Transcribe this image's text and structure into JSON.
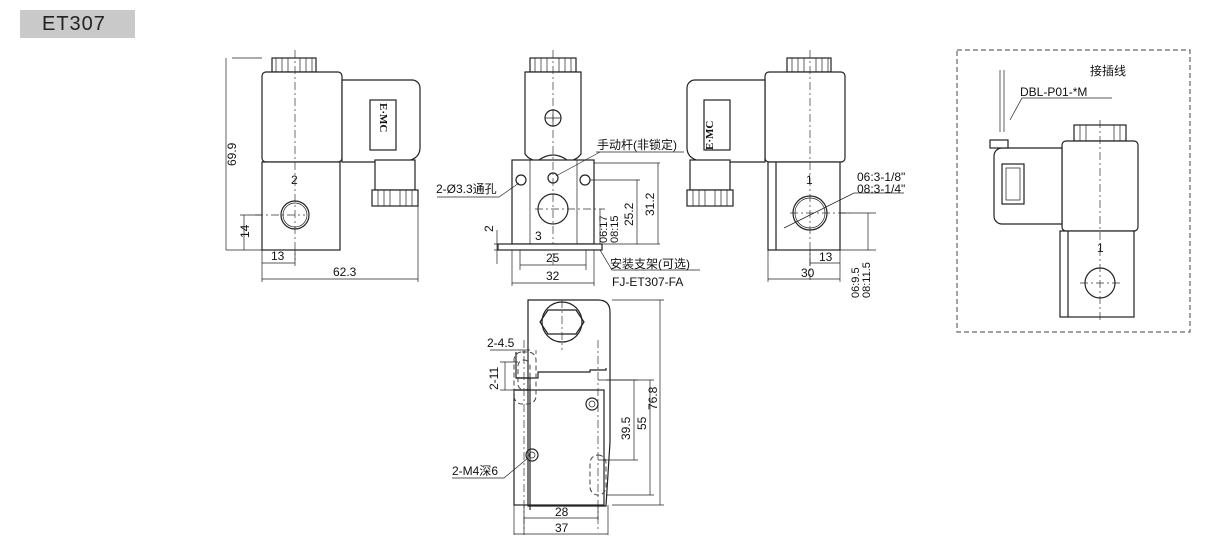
{
  "model": "ET307",
  "side_view": {
    "dim_height": "69.9",
    "dim_port_height": "14",
    "dim_port_offset": "13",
    "dim_width": "62.3",
    "port_label": "2",
    "logo": "E·MC"
  },
  "front_view": {
    "manual_lever": "手动杆(非锁定)",
    "mount_holes": "2-Ø3.3通孔",
    "dim_bracket": "2",
    "port_label": "3",
    "dim_port_heights": [
      "06:17",
      "08:15"
    ],
    "dim_25_2": "25.2",
    "dim_31_2": "31.2",
    "dim_25": "25",
    "dim_32": "32",
    "bracket_label": "安装支架(可选)",
    "bracket_part": "FJ-ET307-FA"
  },
  "right_view": {
    "port_sizes": [
      "06:3-1/8\"",
      "08:3-1/4\""
    ],
    "port_label": "1",
    "dim_13": "13",
    "dim_30": "30",
    "dim_port_heights": [
      "06:9.5",
      "08:11.5"
    ],
    "logo": "E·MC"
  },
  "connector_view": {
    "title": "接插线",
    "part": "DBL-P01-*M",
    "port_label": "1"
  },
  "bracket_view": {
    "dim_slot_width": "2-4.5",
    "dim_slot_len": "2-11",
    "dim_39_5": "39.5",
    "dim_55": "55",
    "dim_76_8": "76.8",
    "thread": "2-M4深6",
    "dim_28": "28",
    "dim_37": "37"
  }
}
